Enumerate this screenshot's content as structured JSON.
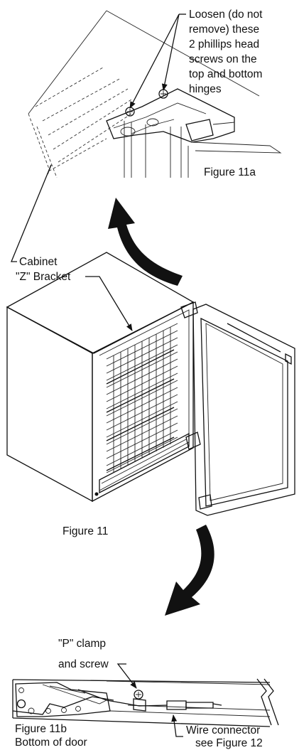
{
  "callouts": {
    "loosen": [
      "Loosen (do not",
      "remove) these",
      "2 phillips head",
      "screws on the",
      "top and bottom",
      "hinges"
    ],
    "cabinet": [
      "Cabinet",
      "\"Z\" Bracket"
    ],
    "p_clamp": [
      "\"P\" clamp",
      "and screw"
    ],
    "wire": [
      "Wire connector",
      "see Figure 12"
    ]
  },
  "figures": {
    "fig11a": "Figure 11a",
    "fig11": "Figure 11",
    "fig11b": [
      "Figure 11b",
      "Bottom of door"
    ]
  }
}
